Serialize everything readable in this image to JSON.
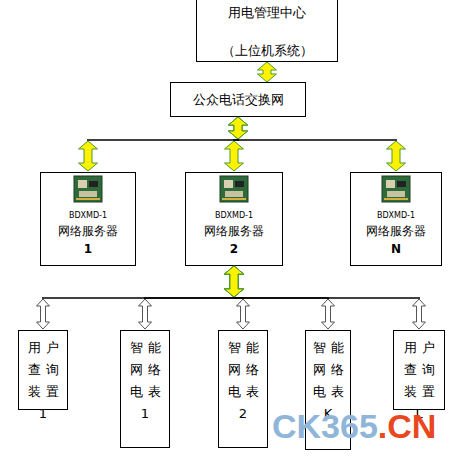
{
  "diagram": {
    "nodes": [
      {
        "text": [
          "用电管理中心",
          "（上位机系统）"
        ]
      },
      {
        "text": [
          "公众电话交换网"
        ]
      },
      {
        "text": [
          "BDXMD-1",
          "网络服务器",
          "1"
        ]
      },
      {
        "text": [
          "BDXMD-1",
          "网络服务器",
          "2"
        ]
      },
      {
        "text": [
          "BDXMD-1",
          "网络服务器",
          "N"
        ]
      },
      {
        "text": [
          "用户 查询 装置 1"
        ]
      },
      {
        "text": [
          "智能 网络 电表 1"
        ]
      },
      {
        "text": [
          "智能 网络 电表 2"
        ]
      },
      {
        "text": [
          "智能 网络 电表 K"
        ]
      },
      {
        "text": [
          "用户 查询 装置 L"
        ]
      }
    ],
    "edges": [
      {
        "from": 0,
        "to": 1,
        "arrow": "both"
      },
      {
        "from": 1,
        "to": 2,
        "arrow": "both"
      },
      {
        "from": 1,
        "to": 3,
        "arrow": "both"
      },
      {
        "from": 1,
        "to": 4,
        "arrow": "both"
      },
      {
        "from": 3,
        "to": 5,
        "arrow": "both"
      },
      {
        "from": 3,
        "to": 6,
        "arrow": "both"
      },
      {
        "from": 3,
        "to": 7,
        "arrow": "both"
      },
      {
        "from": 3,
        "to": 8,
        "arrow": "both"
      },
      {
        "from": 3,
        "to": 9,
        "arrow": "both"
      }
    ],
    "labels": [
      "CK365",
      ".CN"
    ]
  }
}
